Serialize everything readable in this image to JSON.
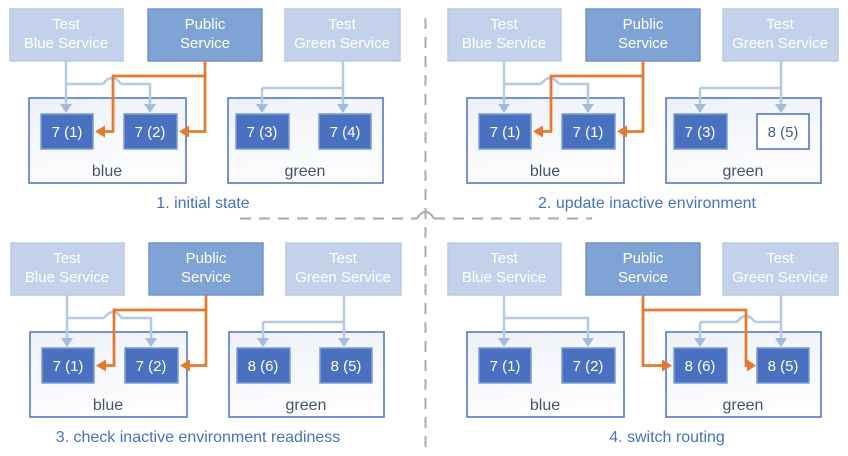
{
  "colors": {
    "background": "#ffffff",
    "service-light-fill": "#c3d2ea",
    "service-light-border": "#b7c9e6",
    "service-dark-fill": "#7ea3d4",
    "service-dark-border": "#7095c9",
    "service-text": "#ffffff",
    "pod-fill": "#4a70c0",
    "pod-border": "#7d9cd8",
    "pod-text": "#ffffff",
    "pod-outline-fill": "#ffffff",
    "pod-outline-border": "#4a70c0",
    "pod-outline-text": "#475d85",
    "env-border": "#4a70c0",
    "env-fill-top": "#edf1f8",
    "env-fill-bottom": "#fdfdfe",
    "env-label-text": "#44546a",
    "connector-light": "#b5c8e6",
    "connector-light-arrow": "#a4badf",
    "connector-orange": "#e5792d",
    "caption-text": "#4472c4",
    "divider-gray": "#a9a9a9"
  },
  "quadrants": [
    {
      "caption": "1. initial state",
      "public_routes_to": "blue",
      "services": [
        {
          "line1": "Test",
          "line2": "Blue Service"
        },
        {
          "line1": "Public",
          "line2": "Service"
        },
        {
          "line1": "Test",
          "line2": "Green Service"
        }
      ],
      "environments": [
        {
          "label": "blue",
          "pods": [
            {
              "label": "7 (1)",
              "style": "filled"
            },
            {
              "label": "7 (2)",
              "style": "filled"
            }
          ]
        },
        {
          "label": "green",
          "pods": [
            {
              "label": "7 (3)",
              "style": "filled"
            },
            {
              "label": "7 (4)",
              "style": "filled"
            }
          ]
        }
      ]
    },
    {
      "caption": "2. update inactive environment",
      "public_routes_to": "blue",
      "services": [
        {
          "line1": "Test",
          "line2": "Blue Service"
        },
        {
          "line1": "Public",
          "line2": "Service"
        },
        {
          "line1": "Test",
          "line2": "Green Service"
        }
      ],
      "environments": [
        {
          "label": "blue",
          "pods": [
            {
              "label": "7 (1)",
              "style": "filled"
            },
            {
              "label": "7 (1)",
              "style": "filled"
            }
          ]
        },
        {
          "label": "green",
          "pods": [
            {
              "label": "7 (3)",
              "style": "filled"
            },
            {
              "label": "8 (5)",
              "style": "outline"
            }
          ]
        }
      ]
    },
    {
      "caption": "3. check inactive environment readiness",
      "public_routes_to": "blue",
      "services": [
        {
          "line1": "Test",
          "line2": "Blue Service"
        },
        {
          "line1": "Public",
          "line2": "Service"
        },
        {
          "line1": "Test",
          "line2": "Green Service"
        }
      ],
      "environments": [
        {
          "label": "blue",
          "pods": [
            {
              "label": "7 (1)",
              "style": "filled"
            },
            {
              "label": "7 (2)",
              "style": "filled"
            }
          ]
        },
        {
          "label": "green",
          "pods": [
            {
              "label": "8 (6)",
              "style": "filled"
            },
            {
              "label": "8 (5)",
              "style": "filled"
            }
          ]
        }
      ]
    },
    {
      "caption": "4. switch routing",
      "public_routes_to": "green",
      "services": [
        {
          "line1": "Test",
          "line2": "Blue Service"
        },
        {
          "line1": "Public",
          "line2": "Service"
        },
        {
          "line1": "Test",
          "line2": "Green Service"
        }
      ],
      "environments": [
        {
          "label": "blue",
          "pods": [
            {
              "label": "7 (1)",
              "style": "filled"
            },
            {
              "label": "7 (2)",
              "style": "filled"
            }
          ]
        },
        {
          "label": "green",
          "pods": [
            {
              "label": "8 (6)",
              "style": "filled"
            },
            {
              "label": "8 (5)",
              "style": "filled"
            }
          ]
        }
      ]
    }
  ]
}
